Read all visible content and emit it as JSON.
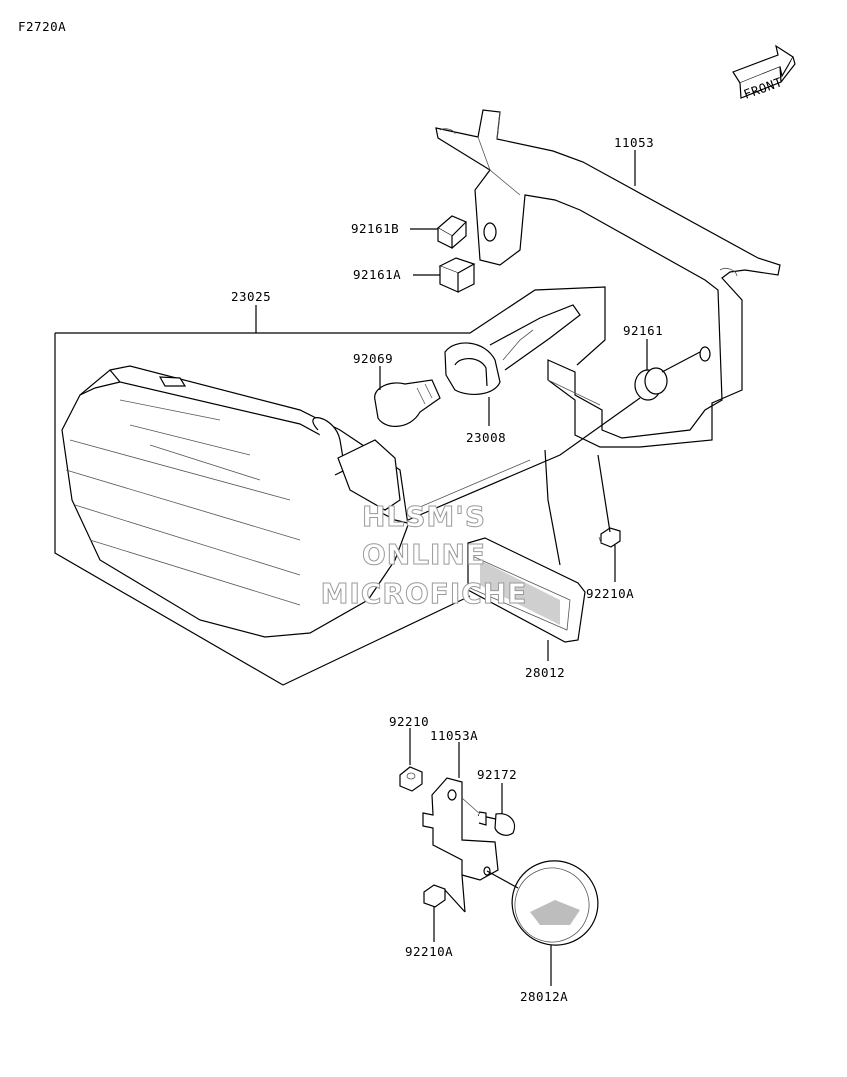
{
  "figure_code": "F2720A",
  "front_badge": "FRONT",
  "watermark": [
    "HLSM'S",
    "ONLINE",
    "MICROFICHE"
  ],
  "parts": {
    "p11053": "11053",
    "p92161B": "92161B",
    "p92161A": "92161A",
    "p23025": "23025",
    "p92069": "92069",
    "p23008": "23008",
    "p92161": "92161",
    "p92210A_top": "92210A",
    "p28012": "28012",
    "p92210": "92210",
    "p11053A": "11053A",
    "p92172": "92172",
    "p92210A_bottom": "92210A",
    "p28012A": "28012A"
  }
}
